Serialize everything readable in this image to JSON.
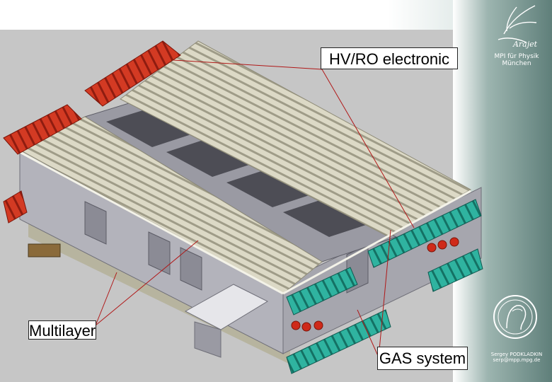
{
  "callouts": {
    "hv_ro": "HV/RO electronic",
    "multilayer": "Multilayer",
    "gas": "GAS system"
  },
  "sidebar": {
    "logo_script": "Arajet",
    "institute_line1": "MPI für Physik",
    "institute_line2": "München",
    "author_name": "Sergey PODKLADKIN",
    "author_email": "serp@mpp.mpg.de"
  },
  "colors": {
    "tubes": "#d9d6c3",
    "hv_ro_boards": "#d23a24",
    "gas_boards": "#2fb3a0",
    "frame": "#a9a9b2",
    "background": "#c8c8c8",
    "sidebar": "#6f8f8a",
    "pointer_lines": "#b01818"
  }
}
